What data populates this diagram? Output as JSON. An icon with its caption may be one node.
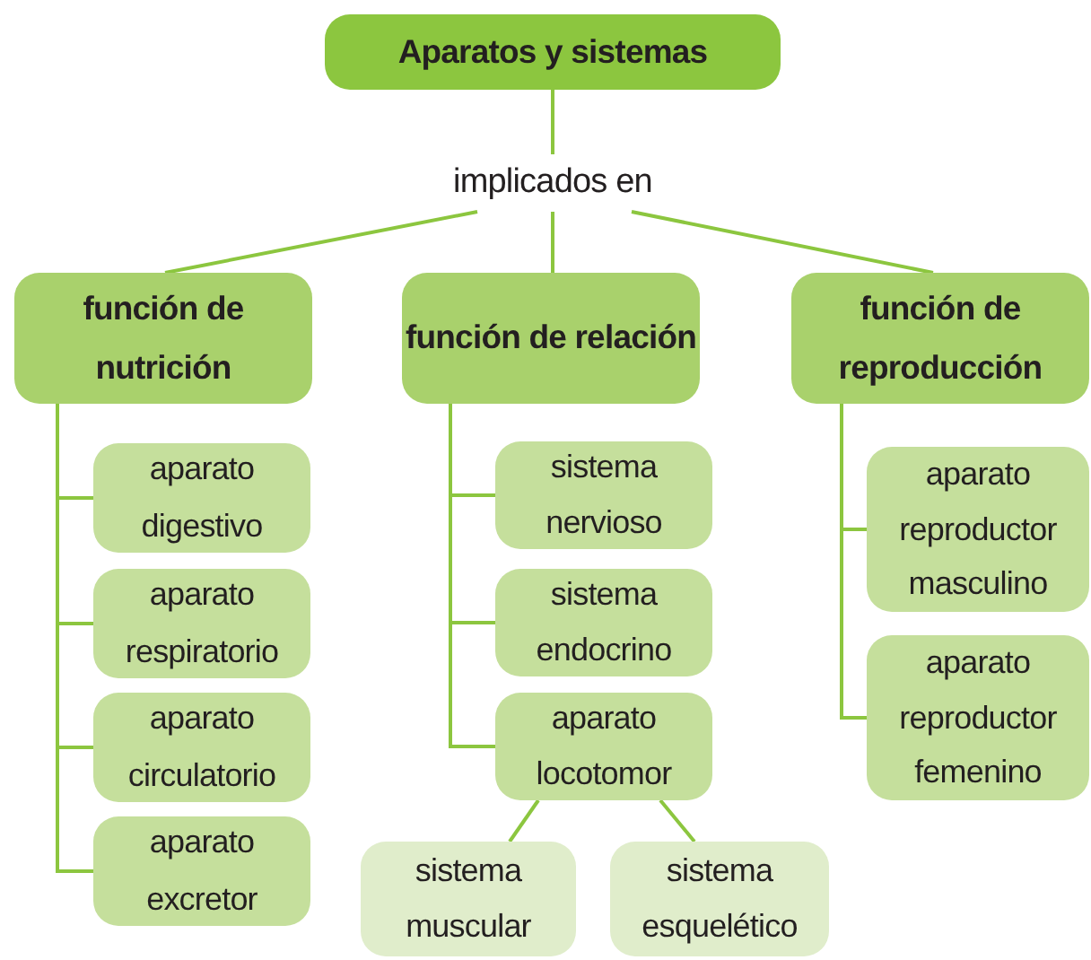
{
  "diagram": {
    "nodes": [
      {
        "text": [
          "Aparatos y sistemas"
        ]
      },
      {
        "text": [
          "implicados en"
        ]
      },
      {
        "text": [
          "función de nutrición"
        ]
      },
      {
        "text": [
          "función de relación"
        ]
      },
      {
        "text": [
          "función de reproducción"
        ]
      },
      {
        "text": [
          "aparato digestivo"
        ]
      },
      {
        "text": [
          "aparato respiratorio"
        ]
      },
      {
        "text": [
          "aparato circulatorio"
        ]
      },
      {
        "text": [
          "aparato excretor"
        ]
      },
      {
        "text": [
          "sistema nervioso"
        ]
      },
      {
        "text": [
          "sistema endocrino"
        ]
      },
      {
        "text": [
          "aparato locotomor"
        ]
      },
      {
        "text": [
          "sistema muscular"
        ]
      },
      {
        "text": [
          "sistema esquelético"
        ]
      },
      {
        "text": [
          "aparato reproductor masculino"
        ]
      },
      {
        "text": [
          "aparato reproductor femenino"
        ]
      }
    ],
    "edges": [
      {
        "from": 0,
        "to": 1,
        "arrow": "none"
      },
      {
        "from": 1,
        "to": 2,
        "arrow": "none"
      },
      {
        "from": 1,
        "to": 3,
        "arrow": "none"
      },
      {
        "from": 1,
        "to": 4,
        "arrow": "none"
      },
      {
        "from": 2,
        "to": 5,
        "arrow": "none"
      },
      {
        "from": 2,
        "to": 6,
        "arrow": "none"
      },
      {
        "from": 2,
        "to": 7,
        "arrow": "none"
      },
      {
        "from": 2,
        "to": 8,
        "arrow": "none"
      },
      {
        "from": 3,
        "to": 9,
        "arrow": "none"
      },
      {
        "from": 3,
        "to": 10,
        "arrow": "none"
      },
      {
        "from": 3,
        "to": 11,
        "arrow": "none"
      },
      {
        "from": 11,
        "to": 12,
        "arrow": "none"
      },
      {
        "from": 11,
        "to": 13,
        "arrow": "none"
      },
      {
        "from": 4,
        "to": 14,
        "arrow": "none"
      },
      {
        "from": 4,
        "to": 15,
        "arrow": "none"
      }
    ]
  }
}
